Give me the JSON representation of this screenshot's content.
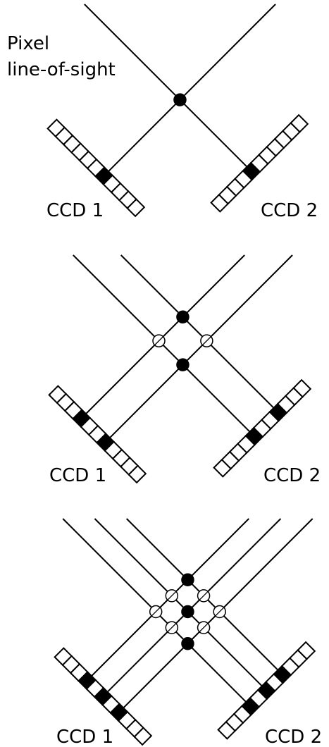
{
  "annotation": {
    "line1": "Pixel",
    "line2": "line-of-sight"
  },
  "panels": [
    {
      "ccd1_label": "CCD 1",
      "ccd2_label": "CCD 2",
      "active_pixels_per_ccd": 1,
      "true_intersections": 1,
      "ghost_intersections": 0
    },
    {
      "ccd1_label": "CCD 1",
      "ccd2_label": "CCD 2",
      "active_pixels_per_ccd": 2,
      "true_intersections": 2,
      "ghost_intersections": 2
    },
    {
      "ccd1_label": "CCD 1",
      "ccd2_label": "CCD 2",
      "active_pixels_per_ccd": 3,
      "true_intersections": 3,
      "ghost_intersections": 6
    }
  ],
  "colors": {
    "stroke": "#000000",
    "active_pixel": "#000000",
    "inactive_pixel": "#ffffff",
    "background": "#ffffff"
  },
  "legend_semantics": {
    "filled_circle": "true intersection",
    "crossed_open_circle": "ghost intersection"
  }
}
